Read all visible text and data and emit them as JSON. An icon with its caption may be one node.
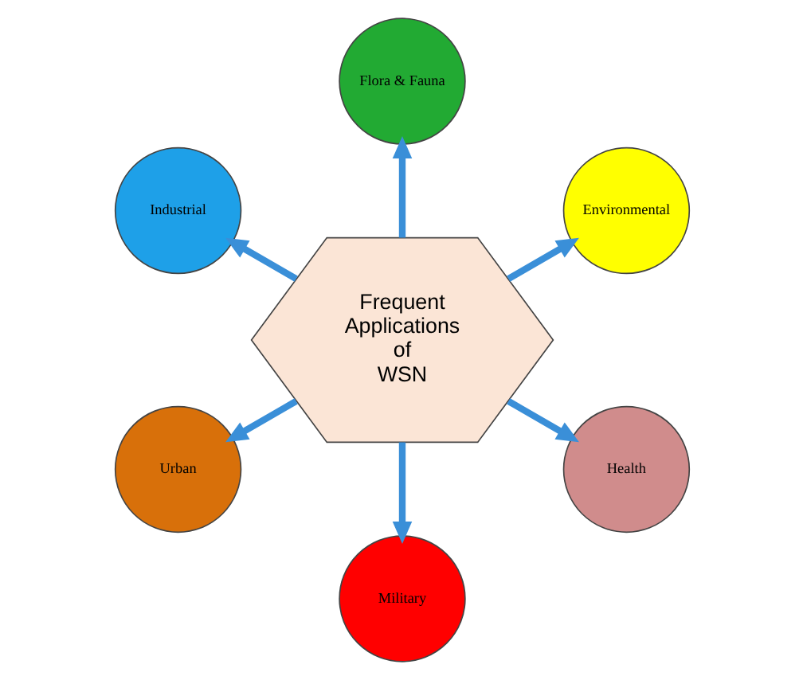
{
  "diagram": {
    "nodes": [
      {
        "text": [
          "Frequent Applications of WSN"
        ]
      },
      {
        "text": [
          "Environmental"
        ]
      },
      {
        "text": [
          "Flora & Fauna"
        ]
      },
      {
        "text": [
          "Industrial"
        ]
      },
      {
        "text": [
          "Urban"
        ]
      },
      {
        "text": [
          "Military"
        ]
      },
      {
        "text": [
          "Health"
        ]
      }
    ],
    "edges": [
      {
        "from": 0,
        "to": 1,
        "arrow": "to"
      },
      {
        "from": 0,
        "to": 2,
        "arrow": "to"
      },
      {
        "from": 0,
        "to": 3,
        "arrow": "to"
      },
      {
        "from": 0,
        "to": 4,
        "arrow": "to"
      },
      {
        "from": 0,
        "to": 5,
        "arrow": "to"
      },
      {
        "from": 0,
        "to": 6,
        "arrow": "to"
      }
    ]
  }
}
